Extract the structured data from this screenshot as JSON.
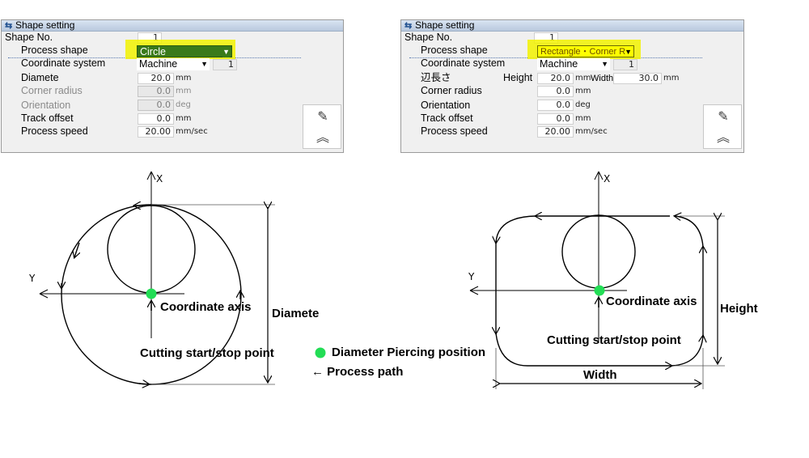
{
  "left_panel": {
    "title": "Shape setting",
    "shape_no_label": "Shape No.",
    "shape_no_value": "1",
    "process_shape_label": "Process shape",
    "process_shape_value": "Circle",
    "coord_label": "Coordinate system",
    "coord_value": "Machine",
    "coord_index": "1",
    "diamete_label": "Diamete",
    "diamete_value": "20.0",
    "diamete_unit": "mm",
    "corner_label": "Corner radius",
    "corner_value": "0.0",
    "corner_unit": "mm",
    "orient_label": "Orientation",
    "orient_value": "0.0",
    "orient_unit": "deg",
    "track_label": "Track offset",
    "track_value": "0.0",
    "track_unit": "mm",
    "speed_label": "Process speed",
    "speed_value": "20.00",
    "speed_unit": "mm/sec"
  },
  "right_panel": {
    "title": "Shape setting",
    "shape_no_label": "Shape No.",
    "shape_no_value": "1",
    "process_shape_label": "Process shape",
    "process_shape_value": "Rectangle・Corner R",
    "coord_label": "Coordinate system",
    "coord_value": "Machine",
    "coord_index": "1",
    "side_label": "辺長さ",
    "height_label": "Height",
    "height_value": "20.0",
    "height_unit": "mm",
    "width_label": "Width",
    "width_value": "30.0",
    "width_unit": "mm",
    "corner_label": "Corner radius",
    "corner_value": "0.0",
    "corner_unit": "mm",
    "orient_label": "Orientation",
    "orient_value": "0.0",
    "orient_unit": "deg",
    "track_label": "Track offset",
    "track_value": "0.0",
    "track_unit": "mm",
    "speed_label": "Process speed",
    "speed_value": "20.00",
    "speed_unit": "mm/sec"
  },
  "icons": {
    "title": "title-bar-icon",
    "edit": "edit-icon",
    "collapse": "double-chevron-up-icon"
  },
  "diagram_left": {
    "x_axis": "X",
    "y_axis": "Y",
    "coord_axis": "Coordinate axis",
    "diamete": "Diamete",
    "cut_point": "Cutting start/stop point"
  },
  "diagram_right": {
    "x_axis": "X",
    "y_axis": "Y",
    "coord_axis": "Coordinate axis",
    "height": "Height",
    "width": "Width",
    "cut_point": "Cutting start/stop point"
  },
  "legend": {
    "piercing": "Diameter Piercing position",
    "path": "← Process path"
  },
  "colors": {
    "piercing_dot": "#22dd55",
    "highlight": "#f2f200",
    "selected_green": "#3a7a1a"
  }
}
